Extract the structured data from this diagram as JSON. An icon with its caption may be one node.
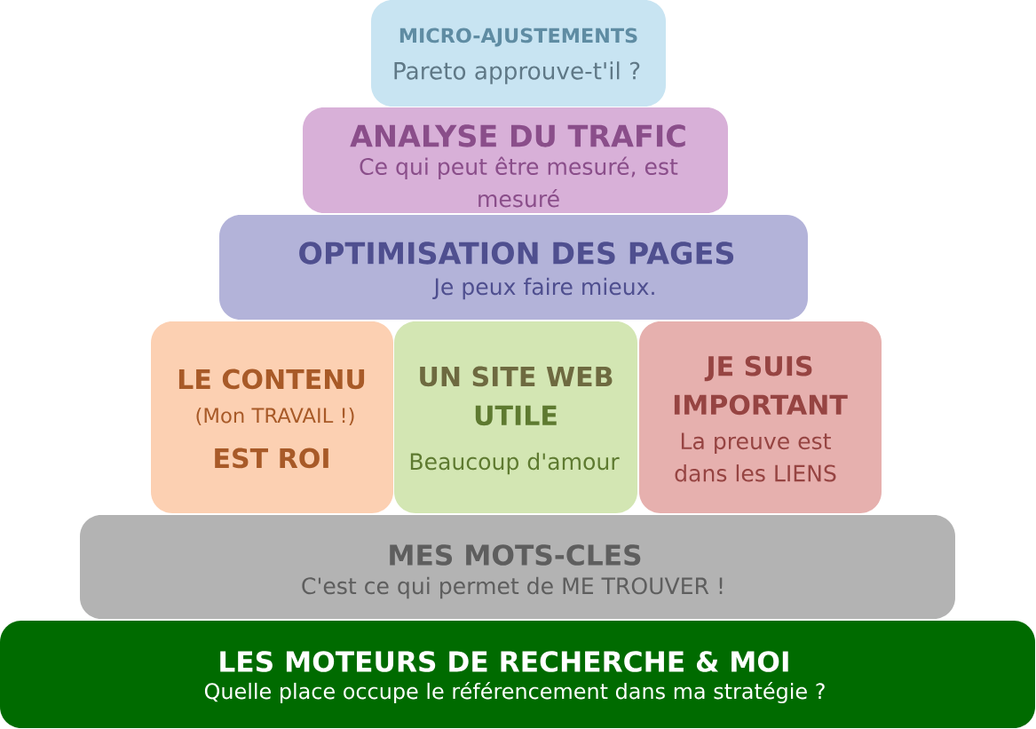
{
  "diagram": {
    "nodes": [
      {
        "text": [
          "MICRO-AJUSTEMENTS",
          "Pareto approuve-t'il ?"
        ]
      },
      {
        "text": [
          "ANALYSE DU TRAFIC",
          "Ce qui peut être mesuré, est mesuré"
        ]
      },
      {
        "text": [
          "OPTIMISATION DES PAGES",
          "Je peux faire mieux."
        ]
      },
      {
        "text": [
          "LE CONTENU",
          "(Mon TRAVAIL !)",
          "EST ROI"
        ]
      },
      {
        "text": [
          "UN SITE WEB",
          "UTILE",
          "Beaucoup d'amour"
        ]
      },
      {
        "text": [
          "JE SUIS IMPORTANT",
          "La preuve est dans les LIENS"
        ]
      },
      {
        "text": [
          "MES MOTS-CLES",
          "C'est ce qui permet de ME TROUVER !"
        ]
      },
      {
        "text": [
          "LES MOTEURS DE RECHERCHE & MOI",
          "Quelle place occupe le référencement dans ma stratégie ?"
        ]
      }
    ]
  }
}
